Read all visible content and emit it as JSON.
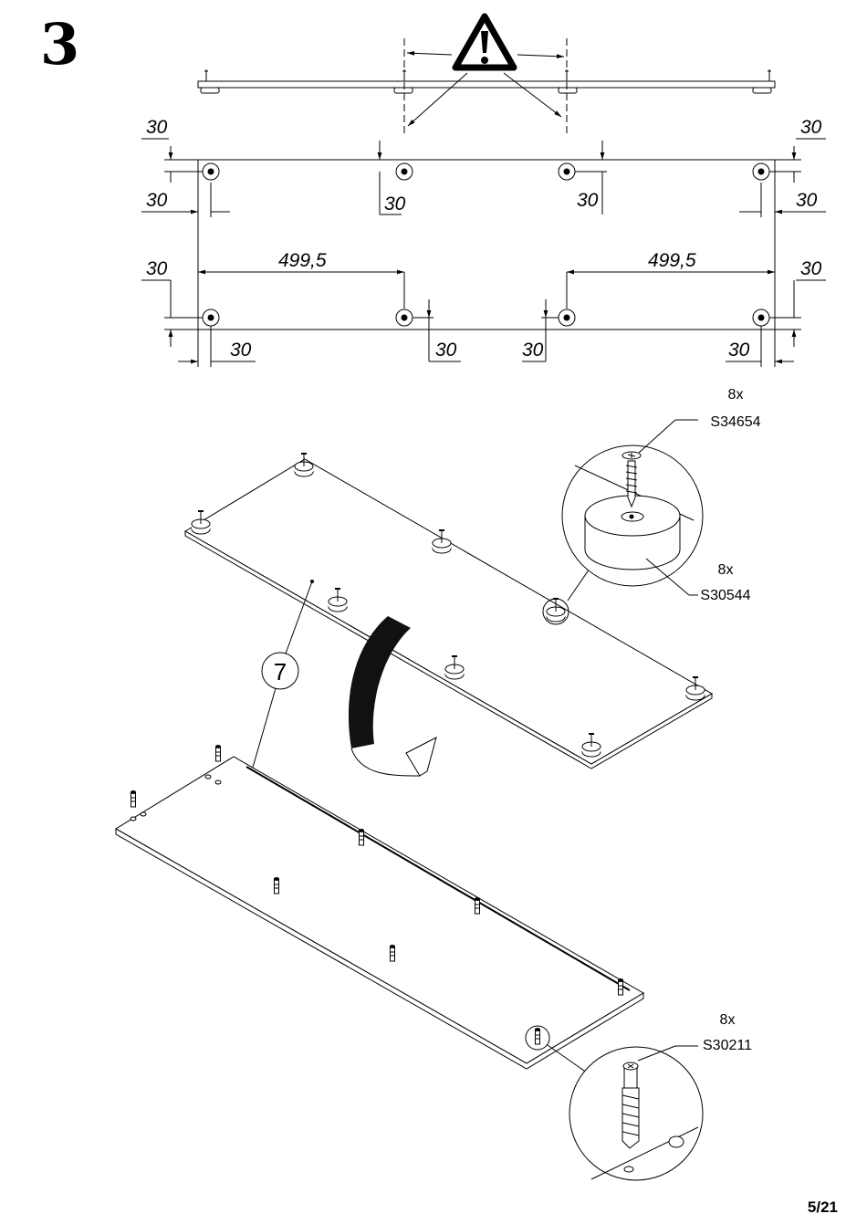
{
  "step_number": "3",
  "page": "5/21",
  "dimensions": {
    "spacing": "30",
    "center_span": "499,5"
  },
  "parts": {
    "screw": {
      "qty": "8x",
      "code": "S34654"
    },
    "foot": {
      "qty": "8x",
      "code": "S30544"
    },
    "dowel": {
      "qty": "8x",
      "code": "S30211"
    }
  },
  "panel_number": "7",
  "warning_icon": "exclamation-triangle-icon"
}
